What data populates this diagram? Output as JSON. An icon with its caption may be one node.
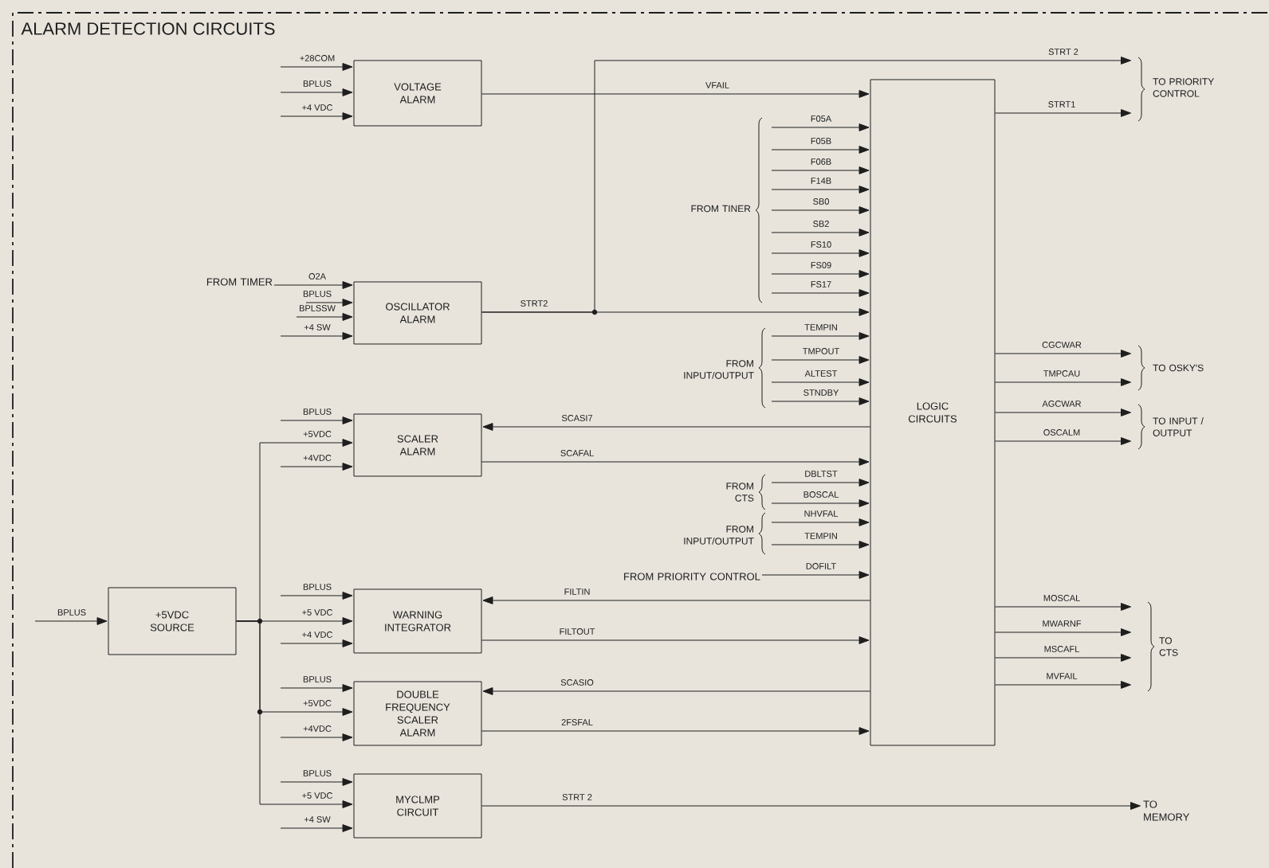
{
  "diagram": {
    "title": "ALARM DETECTION CIRCUITS",
    "nodes": [
      {
        "text": [
          "VOLTAGE ALARM"
        ]
      },
      {
        "text": [
          "OSCILLATOR ALARM"
        ]
      },
      {
        "text": [
          "LOGIC CIRCUITS"
        ]
      },
      {
        "text": [
          "SCALER ALARM"
        ]
      },
      {
        "text": [
          "+5VDC SOURCE"
        ]
      },
      {
        "text": [
          "WARNING INTEGRATOR"
        ]
      },
      {
        "text": [
          "DOUBLE FREQUENCY SCALER ALARM"
        ]
      },
      {
        "text": [
          "MYCLMP CIRCUIT"
        ]
      },
      {
        "text": [
          "FROM TIMER"
        ]
      },
      {
        "text": [
          "FROM PRIORITY CONTROL"
        ]
      },
      {
        "text": [
          "TO MEMORY"
        ]
      },
      {
        "text": [
          "TO PRIORITY CONTROL"
        ]
      },
      {
        "text": [
          "FROM TINER"
        ]
      },
      {
        "text": [
          "FROM INPUT/OUTPUT"
        ]
      },
      {
        "text": [
          "TO OSKY'S"
        ]
      },
      {
        "text": [
          "TO INPUT / OUTPUT"
        ]
      },
      {
        "text": [
          "FROM CTS"
        ]
      },
      {
        "text": [
          "FROM INPUT/OUTPUT"
        ]
      },
      {
        "text": [
          "TO CTS"
        ]
      }
    ],
    "edges": [
      {
        "from": null,
        "to": 0,
        "arrow": "to",
        "label": "+28COM"
      },
      {
        "from": null,
        "to": 0,
        "arrow": "to",
        "label": "BPLUS"
      },
      {
        "from": null,
        "to": 0,
        "arrow": "to",
        "label": "+4 VDC"
      },
      {
        "from": 0,
        "to": 2,
        "arrow": "to",
        "label": "VFAIL"
      },
      {
        "from": 8,
        "to": 1,
        "arrow": "to",
        "label": "O2A"
      },
      {
        "from": null,
        "to": 1,
        "arrow": "to",
        "label": "BPLUS"
      },
      {
        "from": null,
        "to": 1,
        "arrow": "to",
        "label": "BPLSSW"
      },
      {
        "from": null,
        "to": 1,
        "arrow": "to",
        "label": "+4 SW"
      },
      {
        "from": 1,
        "to": 2,
        "arrow": "to",
        "label": "STRT2"
      },
      {
        "from": 1,
        "to": 11,
        "arrow": "to",
        "label": "STRT 2"
      },
      {
        "from": 2,
        "to": 11,
        "arrow": "to",
        "label": "STRT1"
      },
      {
        "from": 12,
        "to": 2,
        "arrow": "to",
        "label": "F05A"
      },
      {
        "from": 12,
        "to": 2,
        "arrow": "to",
        "label": "F05B"
      },
      {
        "from": 12,
        "to": 2,
        "arrow": "to",
        "label": "F06B"
      },
      {
        "from": 12,
        "to": 2,
        "arrow": "to",
        "label": "F14B"
      },
      {
        "from": 12,
        "to": 2,
        "arrow": "to",
        "label": "SB0"
      },
      {
        "from": 12,
        "to": 2,
        "arrow": "to",
        "label": "SB2"
      },
      {
        "from": 12,
        "to": 2,
        "arrow": "to",
        "label": "FS10"
      },
      {
        "from": 12,
        "to": 2,
        "arrow": "to",
        "label": "FS09"
      },
      {
        "from": 12,
        "to": 2,
        "arrow": "to",
        "label": "FS17"
      },
      {
        "from": 13,
        "to": 2,
        "arrow": "to",
        "label": "TEMPIN"
      },
      {
        "from": 13,
        "to": 2,
        "arrow": "to",
        "label": "TMPOUT"
      },
      {
        "from": 13,
        "to": 2,
        "arrow": "to",
        "label": "ALTEST"
      },
      {
        "from": 13,
        "to": 2,
        "arrow": "to",
        "label": "STNDBY"
      },
      {
        "from": 2,
        "to": 3,
        "arrow": "to",
        "label": "SCASI7"
      },
      {
        "from": 3,
        "to": 2,
        "arrow": "to",
        "label": "SCAFAL"
      },
      {
        "from": 16,
        "to": 2,
        "arrow": "to",
        "label": "DBLTST"
      },
      {
        "from": 16,
        "to": 2,
        "arrow": "to",
        "label": "BOSCAL"
      },
      {
        "from": 17,
        "to": 2,
        "arrow": "to",
        "label": "NHVFAL"
      },
      {
        "from": 17,
        "to": 2,
        "arrow": "to",
        "label": "TEMPIN"
      },
      {
        "from": 9,
        "to": 2,
        "arrow": "to",
        "label": "DOFILT"
      },
      {
        "from": 2,
        "to": 5,
        "arrow": "to",
        "label": "FILTIN"
      },
      {
        "from": 5,
        "to": 2,
        "arrow": "to",
        "label": "FILTOUT"
      },
      {
        "from": 2,
        "to": 6,
        "arrow": "to",
        "label": "SCASIO"
      },
      {
        "from": 6,
        "to": 2,
        "arrow": "to",
        "label": "2FSFAL"
      },
      {
        "from": 7,
        "to": 10,
        "arrow": "to",
        "label": "STRT 2"
      },
      {
        "from": 2,
        "to": 14,
        "arrow": "to",
        "label": "CGCWAR"
      },
      {
        "from": 2,
        "to": 14,
        "arrow": "to",
        "label": "TMPCAU"
      },
      {
        "from": 2,
        "to": 15,
        "arrow": "to",
        "label": "AGCWAR"
      },
      {
        "from": 2,
        "to": 15,
        "arrow": "to",
        "label": "OSCALM"
      },
      {
        "from": 2,
        "to": 18,
        "arrow": "to",
        "label": "MOSCAL"
      },
      {
        "from": 2,
        "to": 18,
        "arrow": "to",
        "label": "MWARNF"
      },
      {
        "from": 2,
        "to": 18,
        "arrow": "to",
        "label": "MSCAFL"
      },
      {
        "from": 2,
        "to": 18,
        "arrow": "to",
        "label": "MVFAIL"
      },
      {
        "from": null,
        "to": 4,
        "arrow": "to",
        "label": "BPLUS"
      },
      {
        "from": 4,
        "to": 3,
        "arrow": "to",
        "label": "+5VDC"
      },
      {
        "from": 4,
        "to": 5,
        "arrow": "to",
        "label": "+5 VDC"
      },
      {
        "from": 4,
        "to": 6,
        "arrow": "to",
        "label": "+5VDC"
      },
      {
        "from": 4,
        "to": 7,
        "arrow": "to",
        "label": "+5 VDC"
      },
      {
        "from": null,
        "to": 3,
        "arrow": "to",
        "label": "BPLUS"
      },
      {
        "from": null,
        "to": 3,
        "arrow": "to",
        "label": "+4VDC"
      },
      {
        "from": null,
        "to": 5,
        "arrow": "to",
        "label": "BPLUS"
      },
      {
        "from": null,
        "to": 5,
        "arrow": "to",
        "label": "+4 VDC"
      },
      {
        "from": null,
        "to": 6,
        "arrow": "to",
        "label": "BPLUS"
      },
      {
        "from": null,
        "to": 6,
        "arrow": "to",
        "label": "+4VDC"
      },
      {
        "from": null,
        "to": 7,
        "arrow": "to",
        "label": "BPLUS"
      },
      {
        "from": null,
        "to": 7,
        "arrow": "to",
        "label": "+4 SW"
      }
    ]
  }
}
